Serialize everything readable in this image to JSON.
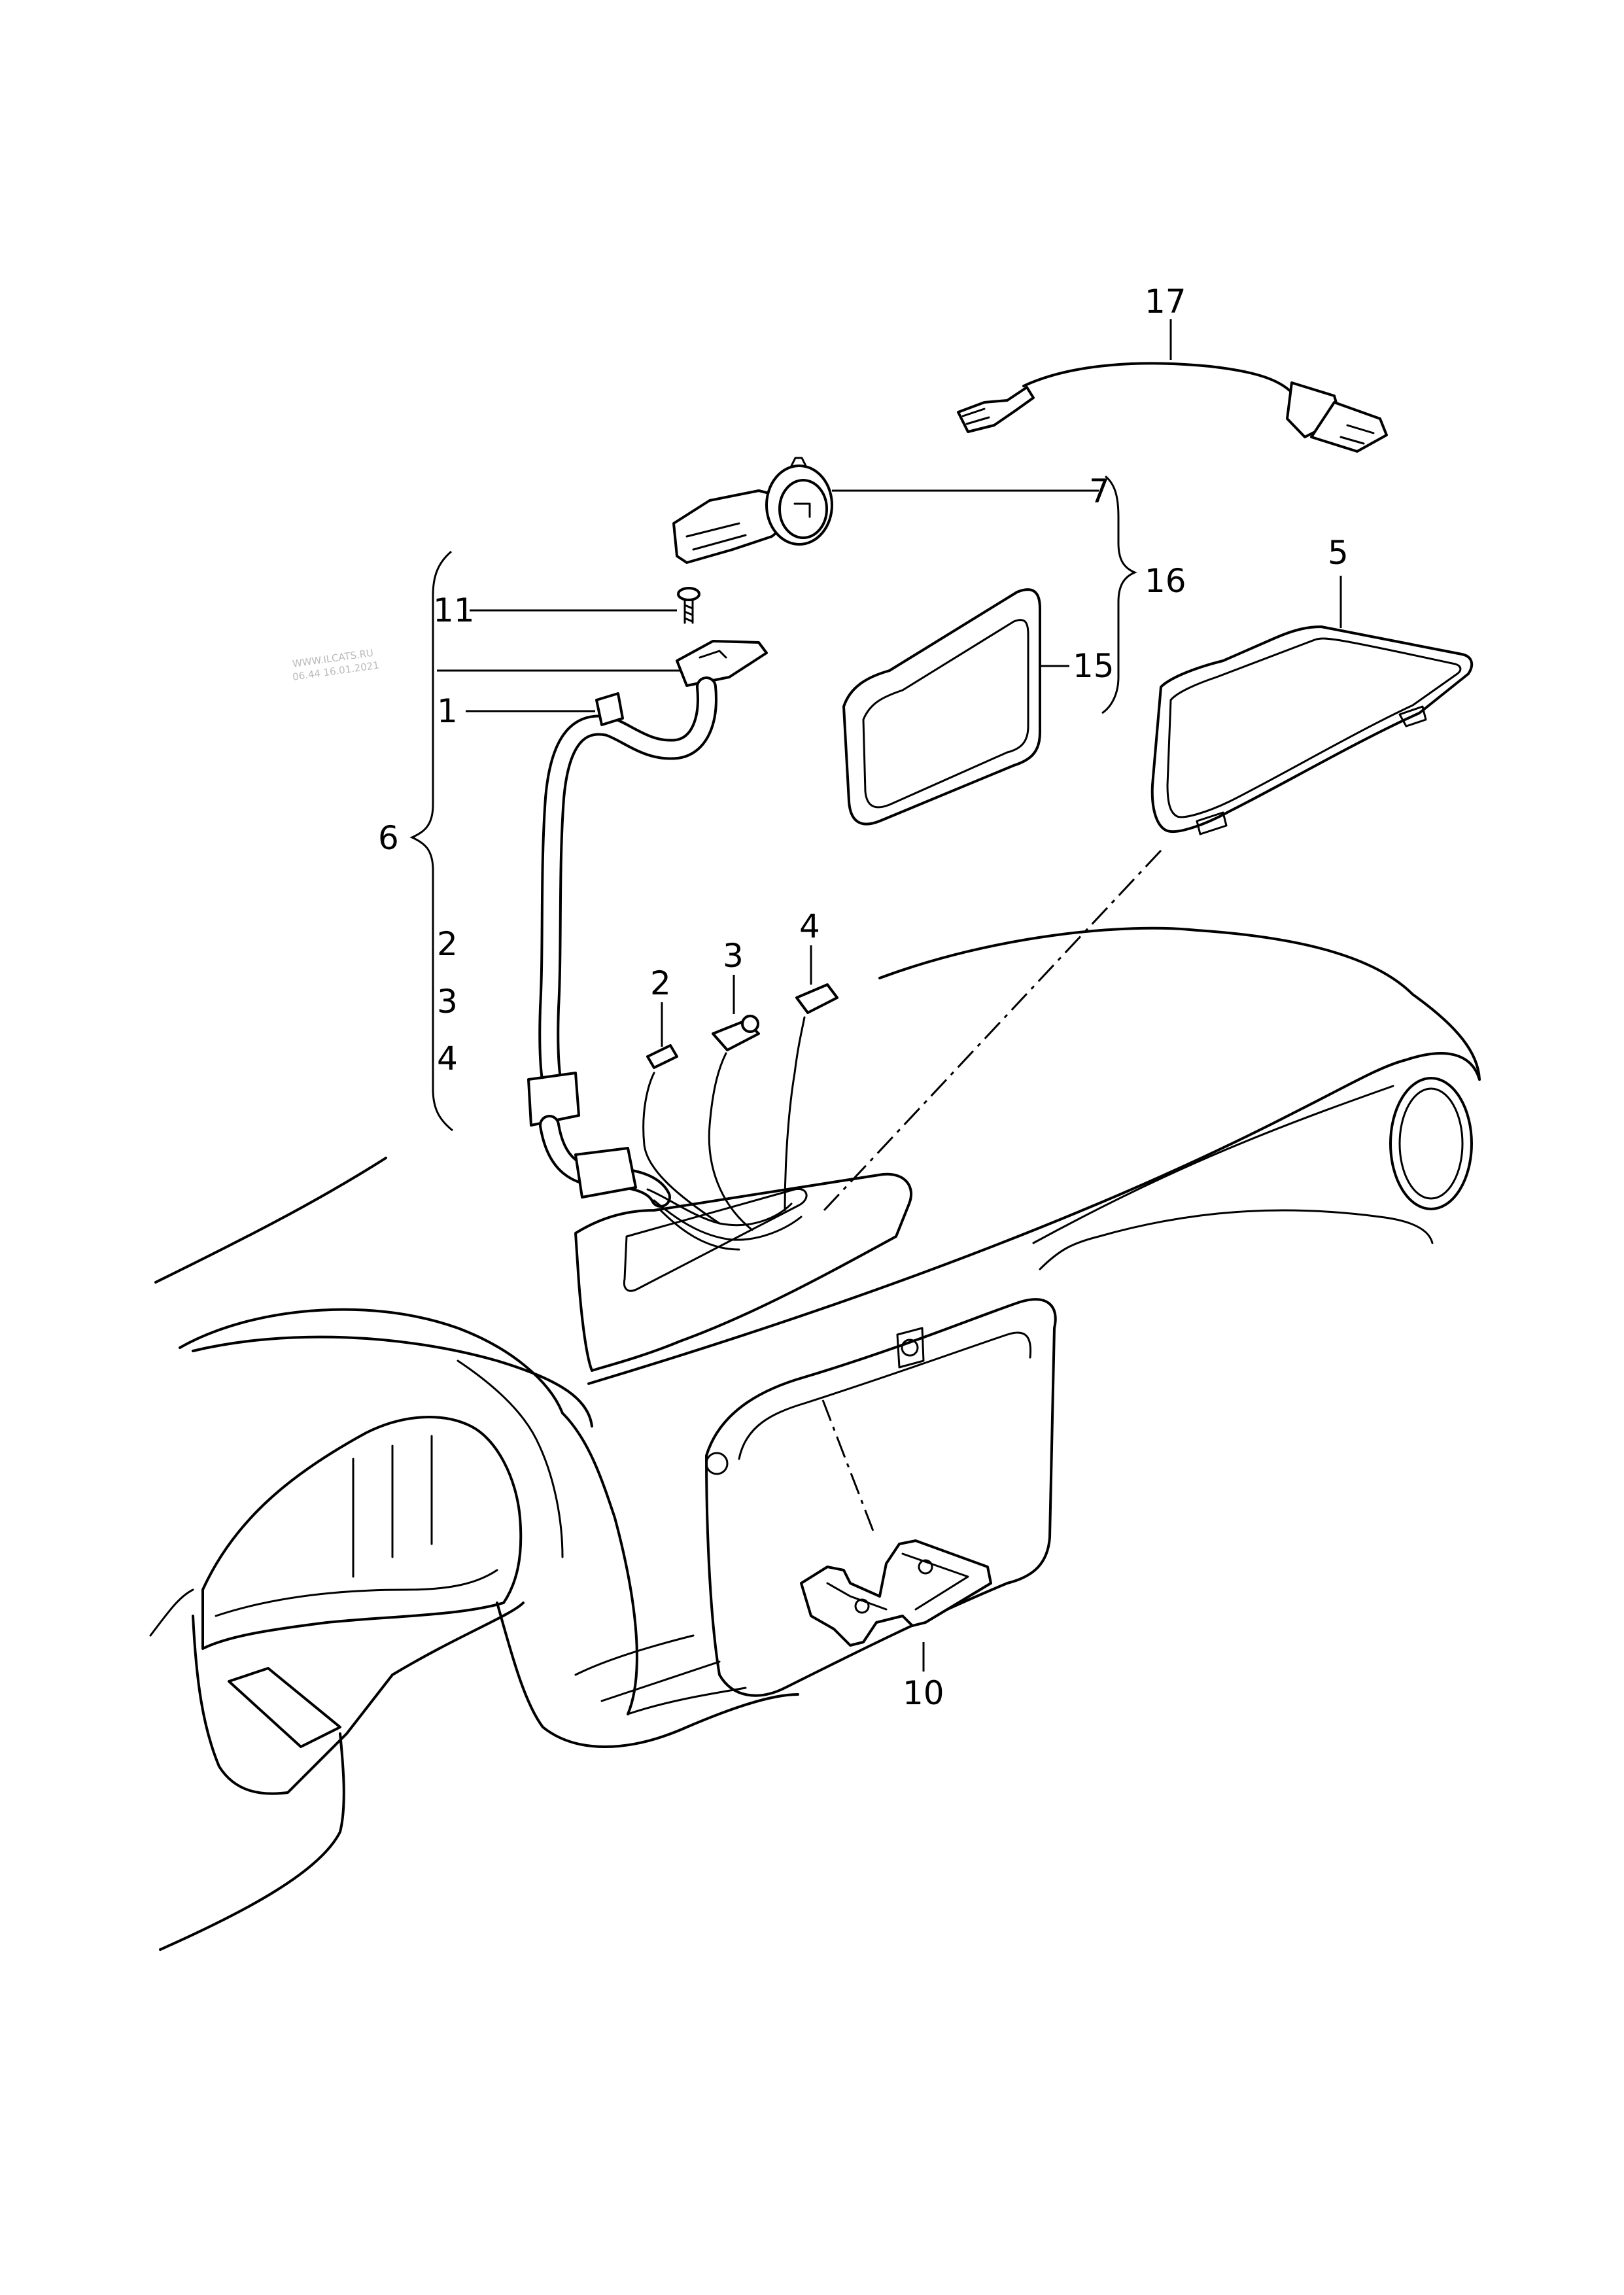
{
  "watermark": {
    "line1": "WWW.ILCATS.RU",
    "line2": "06.44 16.01.2021"
  },
  "callouts": {
    "c1": "1",
    "c2_left": "2",
    "c3_left": "3",
    "c4_left": "4",
    "c2": "2",
    "c3": "3",
    "c4": "4",
    "c5": "5",
    "c6": "6",
    "c7": "7",
    "c10": "10",
    "c11": "11",
    "c15": "15",
    "c16": "16",
    "c17": "17"
  }
}
